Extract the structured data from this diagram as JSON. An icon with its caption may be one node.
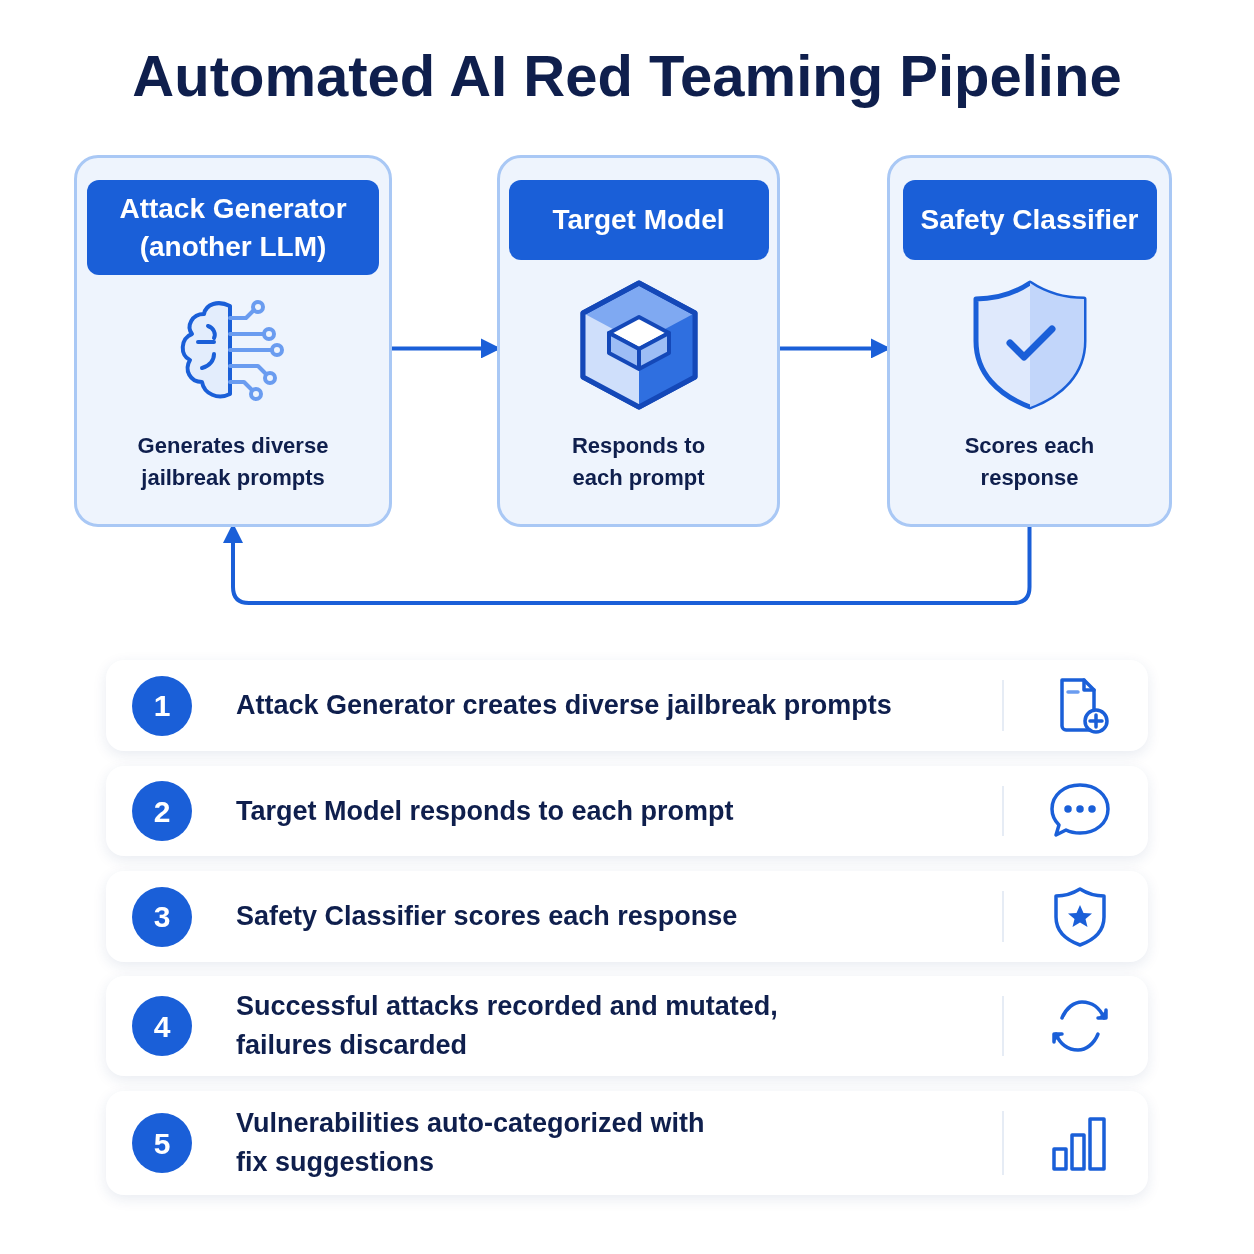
{
  "diagram": {
    "title": "Automated AI Red Teaming Pipeline",
    "nodes": [
      {
        "text": [
          "Attack Generator (another LLM)",
          "Generates diverse jailbreak prompts"
        ]
      },
      {
        "text": [
          "Target Model",
          "Responds to each prompt"
        ]
      },
      {
        "text": [
          "Safety Classifier",
          "Scores each response"
        ]
      },
      {
        "text": [
          "Attack Generator creates diverse jailbreak prompts"
        ]
      },
      {
        "text": [
          "1"
        ],
        "in": 3
      },
      {
        "text": [
          "Target Model responds to each prompt"
        ]
      },
      {
        "text": [
          "2"
        ],
        "in": 5
      },
      {
        "text": [
          "Safety Classifier scores each response"
        ]
      },
      {
        "text": [
          "3"
        ],
        "in": 7
      },
      {
        "text": [
          "Successful attacks recorded and mutated, failures discarded"
        ]
      },
      {
        "text": [
          "4"
        ],
        "in": 9
      },
      {
        "text": [
          "Vulnerabilities auto-categorized with fix suggestions"
        ]
      },
      {
        "text": [
          "5"
        ],
        "in": 11
      }
    ],
    "edges": [
      {
        "from": 0,
        "to": 1,
        "arrow": "to"
      },
      {
        "from": 1,
        "to": 2,
        "arrow": "to"
      },
      {
        "from": 2,
        "to": 0,
        "arrow": "to"
      }
    ]
  }
}
